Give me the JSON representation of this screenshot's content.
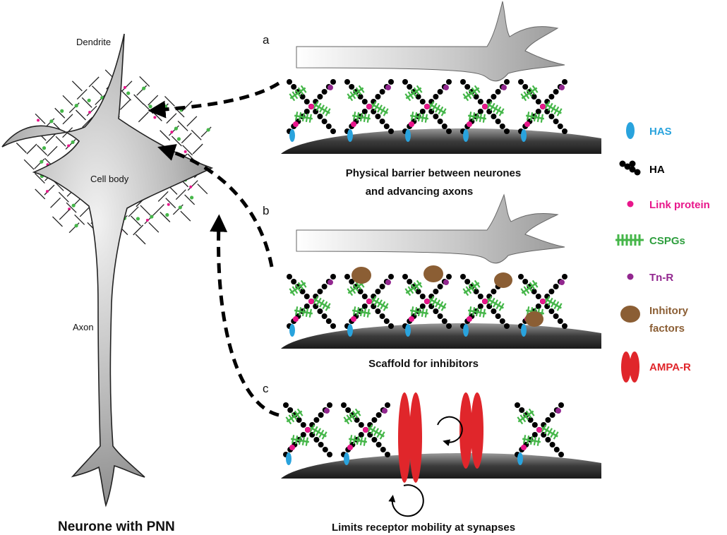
{
  "neuron": {
    "dendrite_label": "Dendrite",
    "cell_body_label": "Cell body",
    "axon_label": "Axon",
    "title": "Neurone with PNN"
  },
  "panels": [
    {
      "letter": "a",
      "caption_line1": "Physical barrier between neurones",
      "caption_line2": "and advancing axons"
    },
    {
      "letter": "b",
      "caption_line1": "Scaffold for inhibitors",
      "caption_line2": ""
    },
    {
      "letter": "c",
      "caption_line1": "Limits receptor mobility at synapses",
      "caption_line2": ""
    }
  ],
  "legend": {
    "items": [
      {
        "label": "HAS",
        "color": "#29a3dd",
        "icon": "has-ellipse-icon"
      },
      {
        "label": "HA",
        "color": "#000000",
        "icon": "ha-chain-icon"
      },
      {
        "label": "Link protein",
        "color": "#e8168b",
        "icon": "link-protein-dot-icon"
      },
      {
        "label": "CSPGs",
        "color": "#2e9e3e",
        "icon": "cspg-bottlebrush-icon"
      },
      {
        "label": "Tn-R",
        "color": "#92278f",
        "icon": "tnr-dot-icon"
      },
      {
        "label": "Inhitory",
        "label2": "factors",
        "color": "#8b5e34",
        "icon": "inhibitory-factor-blob-icon"
      },
      {
        "label": "AMPA-R",
        "color": "#e0262b",
        "icon": "ampa-receptor-icon"
      }
    ]
  },
  "colors": {
    "neuron_fill": "#a9a9a9",
    "membrane": "#3a3a3a",
    "ha": "#000000",
    "cspg": "#45b649",
    "link": "#e8168b",
    "tnr": "#92278f",
    "has": "#29a3dd",
    "inhib": "#8b5e34",
    "ampa": "#e0262b"
  }
}
